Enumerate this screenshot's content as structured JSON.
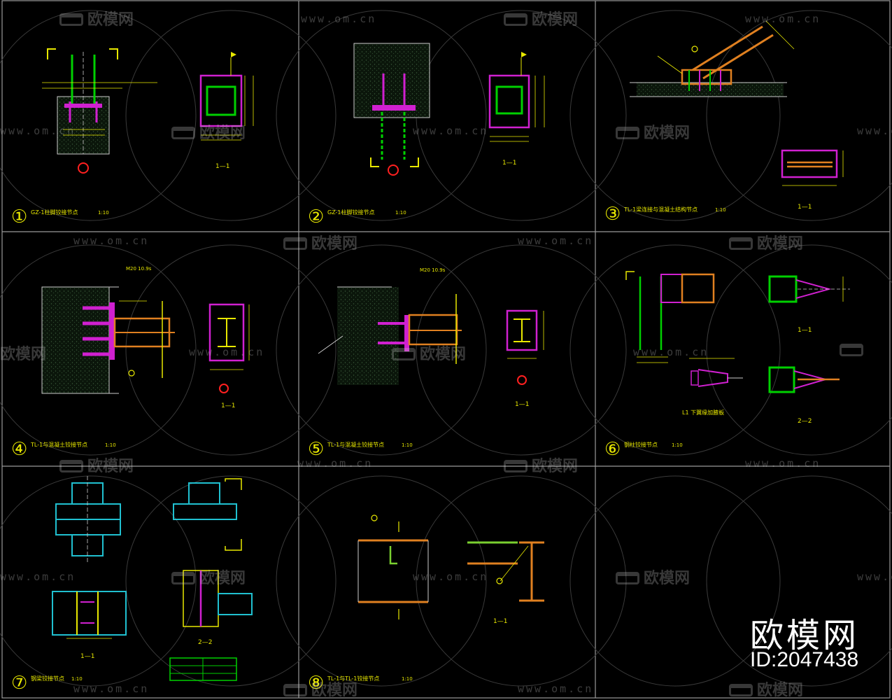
{
  "watermark": {
    "url_text": "www.om.cn",
    "logo_text": "欧模网"
  },
  "brand": {
    "name": "欧模网",
    "id_text": "ID:2047438"
  },
  "details": [
    {
      "number": "①",
      "title": "GZ-1柱脚铰接节点",
      "scale": "1:10",
      "section": "1—1"
    },
    {
      "number": "②",
      "title": "GZ-1柱脚铰接节点",
      "scale": "1:10",
      "section": "1—1"
    },
    {
      "number": "③",
      "title": "TL-1梁连接与混凝土结构节点",
      "scale": "1:10",
      "section": "1—1"
    },
    {
      "number": "④",
      "title": "TL-1与混凝土铰接节点",
      "scale": "1:10",
      "section": "1—1"
    },
    {
      "number": "⑤",
      "title": "TL-1与混凝土铰接节点",
      "scale": "1:10",
      "section": "1—1"
    },
    {
      "number": "⑥",
      "title": "钢柱铰接节点",
      "scale": "1:10",
      "section": "1—1",
      "section2": "2—2",
      "subtitle": "L1 下翼缘加腋板"
    },
    {
      "number": "⑦",
      "title": "钢梁铰接节点",
      "scale": "1:10",
      "section": "1—1",
      "section2": "2—2"
    },
    {
      "number": "⑧",
      "title": "TL-1与TL-1铰接节点",
      "scale": "1:10",
      "section": "1—1"
    }
  ],
  "labels": {
    "bolt_note": "M20 10.9s",
    "bolt_note2": "M20 10.9s"
  },
  "colors": {
    "background": "#000000",
    "grid": "#9a9a9a",
    "concrete": "#3a5a3a",
    "steel_column": "#00d000",
    "base_plate": "#d020d0",
    "beam": "#e08020",
    "dimension": "#e8e800",
    "cyan": "#20c0d0",
    "marker": "#ff2020"
  }
}
